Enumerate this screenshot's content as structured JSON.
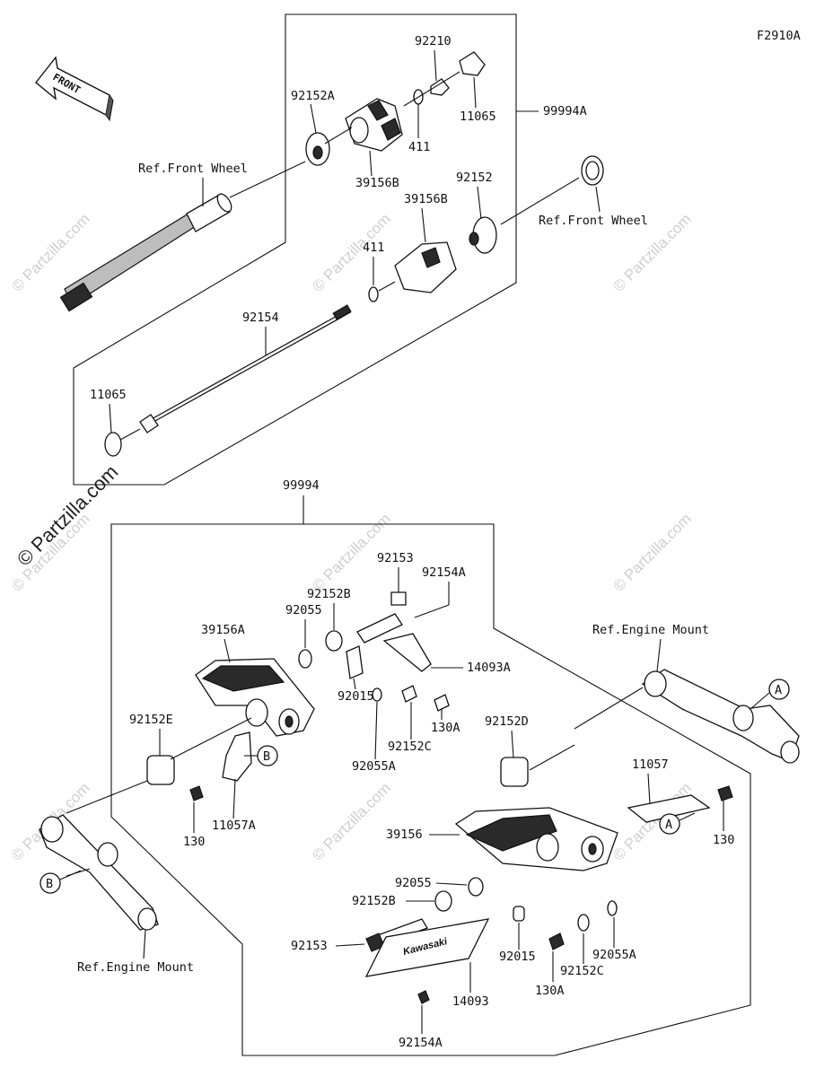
{
  "figure_code": "F2910A",
  "front_arrow_label": "FRONT",
  "watermark": "© Partzilla.com",
  "labels": {
    "p92210": "92210",
    "p92152A": "92152A",
    "p11065_top": "11065",
    "p99994A": "99994A",
    "p411_top": "411",
    "p39156B_top": "39156B",
    "ref_front_wheel_left": "Ref.Front Wheel",
    "p92152": "92152",
    "p39156B": "39156B",
    "ref_front_wheel_right": "Ref.Front Wheel",
    "p411": "411",
    "p92154": "92154",
    "p11065_left": "11065",
    "p99994": "99994",
    "p92153_top": "92153",
    "p92154A_top": "92154A",
    "p92152B_top": "92152B",
    "p92055_top": "92055",
    "p39156A": "39156A",
    "p14093A": "14093A",
    "ref_engine_mount_right": "Ref.Engine Mount",
    "callout_a_top": "A",
    "p92015_top": "92015",
    "p130A_top": "130A",
    "p92152E": "92152E",
    "p92152C_top": "92152C",
    "p92055A_top": "92055A",
    "callout_b_top": "B",
    "p92152D": "92152D",
    "p11057": "11057",
    "p130_left": "130",
    "p11057A": "11057A",
    "p39156": "39156",
    "callout_a_mid": "A",
    "p130_right": "130",
    "callout_b_left": "B",
    "p92055": "92055",
    "p92152B": "92152B",
    "p92153": "92153",
    "p92015": "92015",
    "p92152C": "92152C",
    "p92055A": "92055A",
    "p130A": "130A",
    "p14093": "14093",
    "ref_engine_mount_left": "Ref.Engine Mount",
    "p92154A": "92154A",
    "kawasaki_logo": "Kawasaki"
  }
}
